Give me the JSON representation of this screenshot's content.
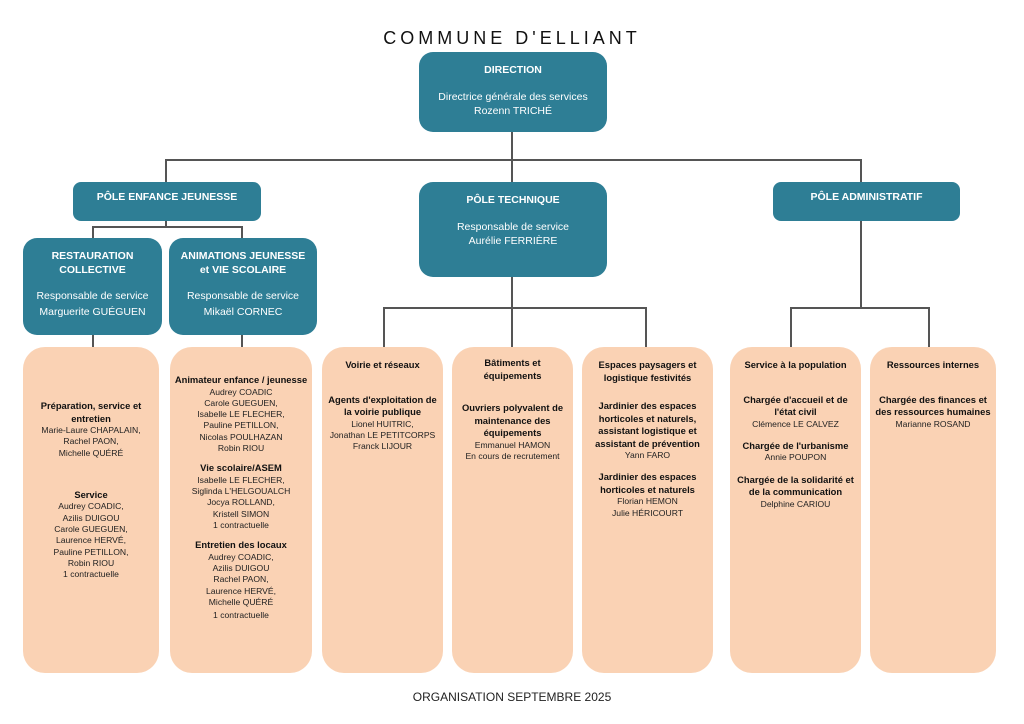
{
  "title": "COMMUNE D'ELLIANT",
  "footer": "ORGANISATION SEPTEMBRE 2025",
  "colors": {
    "teal": "#2e7e95",
    "peach": "#fad2b4",
    "connector": "#555555"
  },
  "direction": {
    "heading": "DIRECTION",
    "role": "Directrice générale des services",
    "name": "Rozenn TRICHÉ"
  },
  "poles": {
    "enfance": {
      "heading": "PÔLE ENFANCE JEUNESSE"
    },
    "technique": {
      "heading": "PÔLE TECHNIQUE",
      "role": "Responsable de service",
      "name": "Aurélie FERRIÈRE"
    },
    "administratif": {
      "heading": "PÔLE ADMINISTRATIF"
    }
  },
  "services": {
    "restauration": {
      "heading1": "RESTAURATION",
      "heading2": "COLLECTIVE",
      "role": "Responsable de service",
      "name": "Marguerite GUÉGUEN"
    },
    "animations": {
      "heading1": "ANIMATIONS JEUNESSE",
      "heading2": "et VIE SCOLAIRE",
      "role": "Responsable de service",
      "name": "Mikaël CORNEC"
    }
  },
  "teams": {
    "restauration": {
      "sections": [
        {
          "role": "Préparation, service et entretien",
          "members": [
            "Marie-Laure CHAPALAIN,",
            "Rachel PAON,",
            "Michelle QUÉRÉ"
          ]
        },
        {
          "role": "Service",
          "members": [
            "Audrey COADIC,",
            "Azilis DUIGOU",
            "Carole GUEGUEN,",
            "Laurence HERVÉ,",
            "Pauline PETILLON,",
            "Robin RIOU",
            "1 contractuelle"
          ]
        }
      ]
    },
    "animations": {
      "sections": [
        {
          "role": "Animateur enfance / jeunesse",
          "members": [
            "Audrey COADIC",
            "Carole GUEGUEN,",
            "Isabelle LE FLECHER,",
            "Pauline PETILLON,",
            "Nicolas POULHAZAN",
            "Robin RIOU"
          ]
        },
        {
          "role": "Vie scolaire/ASEM",
          "members": [
            "Isabelle LE FLECHER,",
            "Siglinda L'HELGOUALCH",
            "Jocya ROLLAND,",
            "Kristell SIMON",
            "1 contractuelle"
          ]
        },
        {
          "role": "Entretien des locaux",
          "members": [
            "Audrey COADIC,",
            "Azilis DUIGOU",
            "Rachel PAON,",
            "Laurence HERVÉ,",
            "Michelle QUÉRÉ",
            "1 contractuelle"
          ]
        }
      ]
    },
    "voirie": {
      "heading": "Voirie et réseaux",
      "sections": [
        {
          "role": "Agents d'exploitation de la voirie publique",
          "members": [
            "Lionel HUITRIC,",
            "Jonathan LE PETITCORPS",
            "Franck LIJOUR"
          ]
        }
      ]
    },
    "batiments": {
      "heading": "Bâtiments et équipements",
      "sections": [
        {
          "role": "Ouvriers polyvalent de maintenance des équipements",
          "members": [
            "Emmanuel HAMON",
            "En cours de recrutement"
          ]
        }
      ]
    },
    "espaces": {
      "heading": "Espaces paysagers et logistique festivités",
      "sections": [
        {
          "role": "Jardinier des espaces horticoles et naturels, assistant logistique et assistant de prévention",
          "members": [
            "Yann FARO"
          ]
        },
        {
          "role": "Jardinier des espaces horticoles et naturels",
          "members": [
            "Florian HEMON",
            "Julie HÉRICOURT"
          ]
        }
      ]
    },
    "population": {
      "heading": "Service à la population",
      "sections": [
        {
          "role": "Chargée d'accueil et de l'état civil",
          "members": [
            "Clémence LE CALVEZ"
          ]
        },
        {
          "role": "Chargée de l'urbanisme",
          "members": [
            "Annie POUPON"
          ]
        },
        {
          "role": "Chargée de la solidarité et de la communication",
          "members": [
            "Delphine CARIOU"
          ]
        }
      ]
    },
    "ressources": {
      "heading": "Ressources internes",
      "sections": [
        {
          "role": "Chargée des finances et des ressources humaines",
          "members": [
            "Marianne ROSAND"
          ]
        }
      ]
    }
  }
}
